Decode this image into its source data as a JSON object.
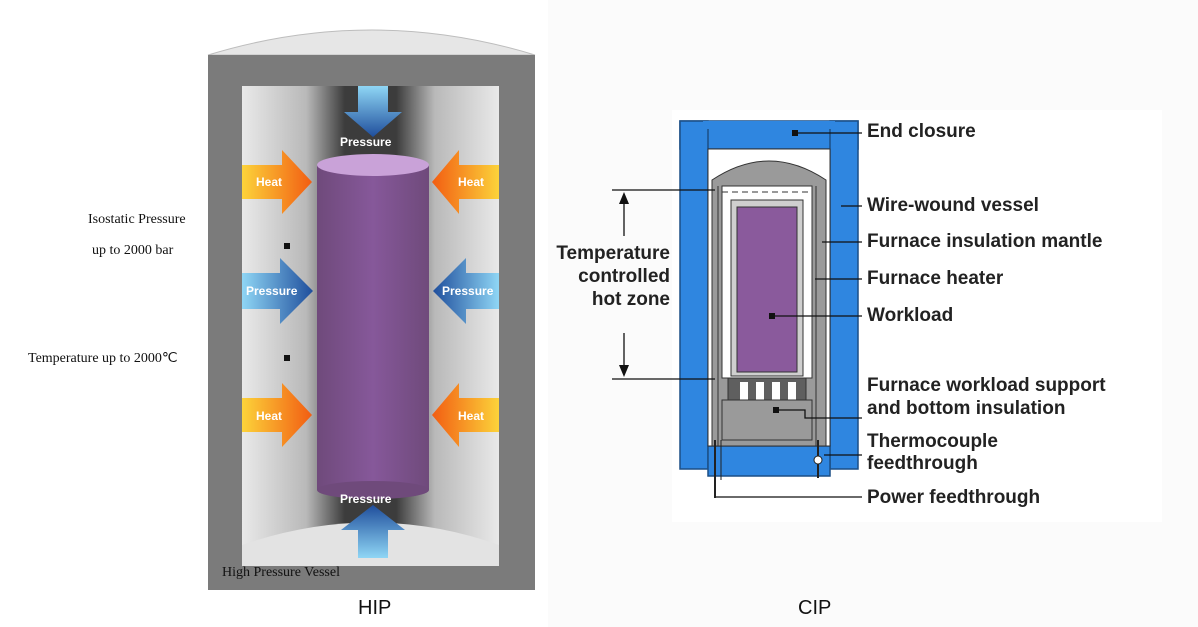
{
  "hip": {
    "caption": "HIP",
    "vessel_label": "High Pressure Vessel",
    "pressure_label_top": "Pressure",
    "pressure_label_bottom": "Pressure",
    "side_pressure_left": "Pressure",
    "side_pressure_right": "Pressure",
    "heat_labels": [
      "Heat",
      "Heat",
      "Heat",
      "Heat"
    ],
    "annotation_pressure_line1": "Isostatic Pressure",
    "annotation_pressure_line2": "up to 2000 bar",
    "annotation_temperature": "Temperature up to 2000℃",
    "colors": {
      "vessel": "#797979",
      "workload": "#7d5389",
      "heat_arrow": "#f7a21b",
      "pressure_arrow": "#3f86c8"
    }
  },
  "cip": {
    "caption": "CIP",
    "hot_zone_label": [
      "Temperature",
      "controlled",
      "hot zone"
    ],
    "labels": {
      "end_closure": "End closure",
      "wire_wound_vessel": "Wire-wound vessel",
      "furnace_insulation_mantle": "Furnace insulation mantle",
      "furnace_heater": "Furnace heater",
      "workload": "Workload",
      "support_line1": "Furnace workload support",
      "support_line2": "and bottom insulation",
      "thermocouple_line1": "Thermocouple",
      "thermocouple_line2": "feedthrough",
      "power_feedthrough": "Power feedthrough"
    },
    "colors": {
      "vessel": "#2f86e0",
      "insulation": "#9a9a9a",
      "workload": "#8a5a9c"
    }
  }
}
